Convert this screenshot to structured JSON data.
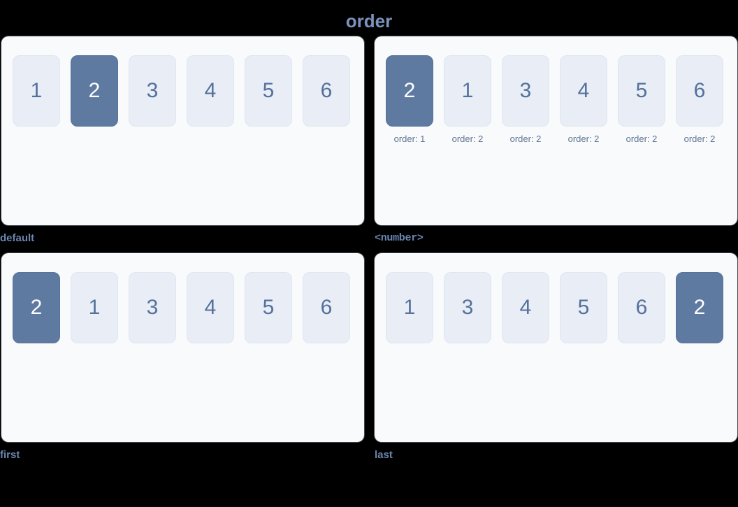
{
  "page": {
    "title": "order",
    "background_color": "#000000",
    "title_color": "#7b93bd"
  },
  "theme": {
    "card_background": "#f9fafc",
    "tile_background": "#e8edf6",
    "tile_border": "#dfe6f1",
    "tile_text": "#54709c",
    "tile_selected_background": "#5f7aa1",
    "tile_selected_text": "#ffffff",
    "caption_color": "#6a85b0",
    "order_label_color": "#5f7493"
  },
  "demos": [
    {
      "caption": "default",
      "caption_style": "text",
      "show_order_labels": false,
      "items": [
        {
          "label": "1",
          "selected": false,
          "order_label": ""
        },
        {
          "label": "2",
          "selected": true,
          "order_label": ""
        },
        {
          "label": "3",
          "selected": false,
          "order_label": ""
        },
        {
          "label": "4",
          "selected": false,
          "order_label": ""
        },
        {
          "label": "5",
          "selected": false,
          "order_label": ""
        },
        {
          "label": "6",
          "selected": false,
          "order_label": ""
        }
      ]
    },
    {
      "caption": "<number>",
      "caption_style": "mono",
      "show_order_labels": true,
      "items": [
        {
          "label": "2",
          "selected": true,
          "order_label": "order: 1"
        },
        {
          "label": "1",
          "selected": false,
          "order_label": "order: 2"
        },
        {
          "label": "3",
          "selected": false,
          "order_label": "order: 2"
        },
        {
          "label": "4",
          "selected": false,
          "order_label": "order: 2"
        },
        {
          "label": "5",
          "selected": false,
          "order_label": "order: 2"
        },
        {
          "label": "6",
          "selected": false,
          "order_label": "order: 2"
        }
      ]
    },
    {
      "caption": "first",
      "caption_style": "text",
      "show_order_labels": false,
      "items": [
        {
          "label": "2",
          "selected": true,
          "order_label": ""
        },
        {
          "label": "1",
          "selected": false,
          "order_label": ""
        },
        {
          "label": "3",
          "selected": false,
          "order_label": ""
        },
        {
          "label": "4",
          "selected": false,
          "order_label": ""
        },
        {
          "label": "5",
          "selected": false,
          "order_label": ""
        },
        {
          "label": "6",
          "selected": false,
          "order_label": ""
        }
      ]
    },
    {
      "caption": "last",
      "caption_style": "text",
      "show_order_labels": false,
      "items": [
        {
          "label": "1",
          "selected": false,
          "order_label": ""
        },
        {
          "label": "3",
          "selected": false,
          "order_label": ""
        },
        {
          "label": "4",
          "selected": false,
          "order_label": ""
        },
        {
          "label": "5",
          "selected": false,
          "order_label": ""
        },
        {
          "label": "6",
          "selected": false,
          "order_label": ""
        },
        {
          "label": "2",
          "selected": true,
          "order_label": ""
        }
      ]
    }
  ]
}
